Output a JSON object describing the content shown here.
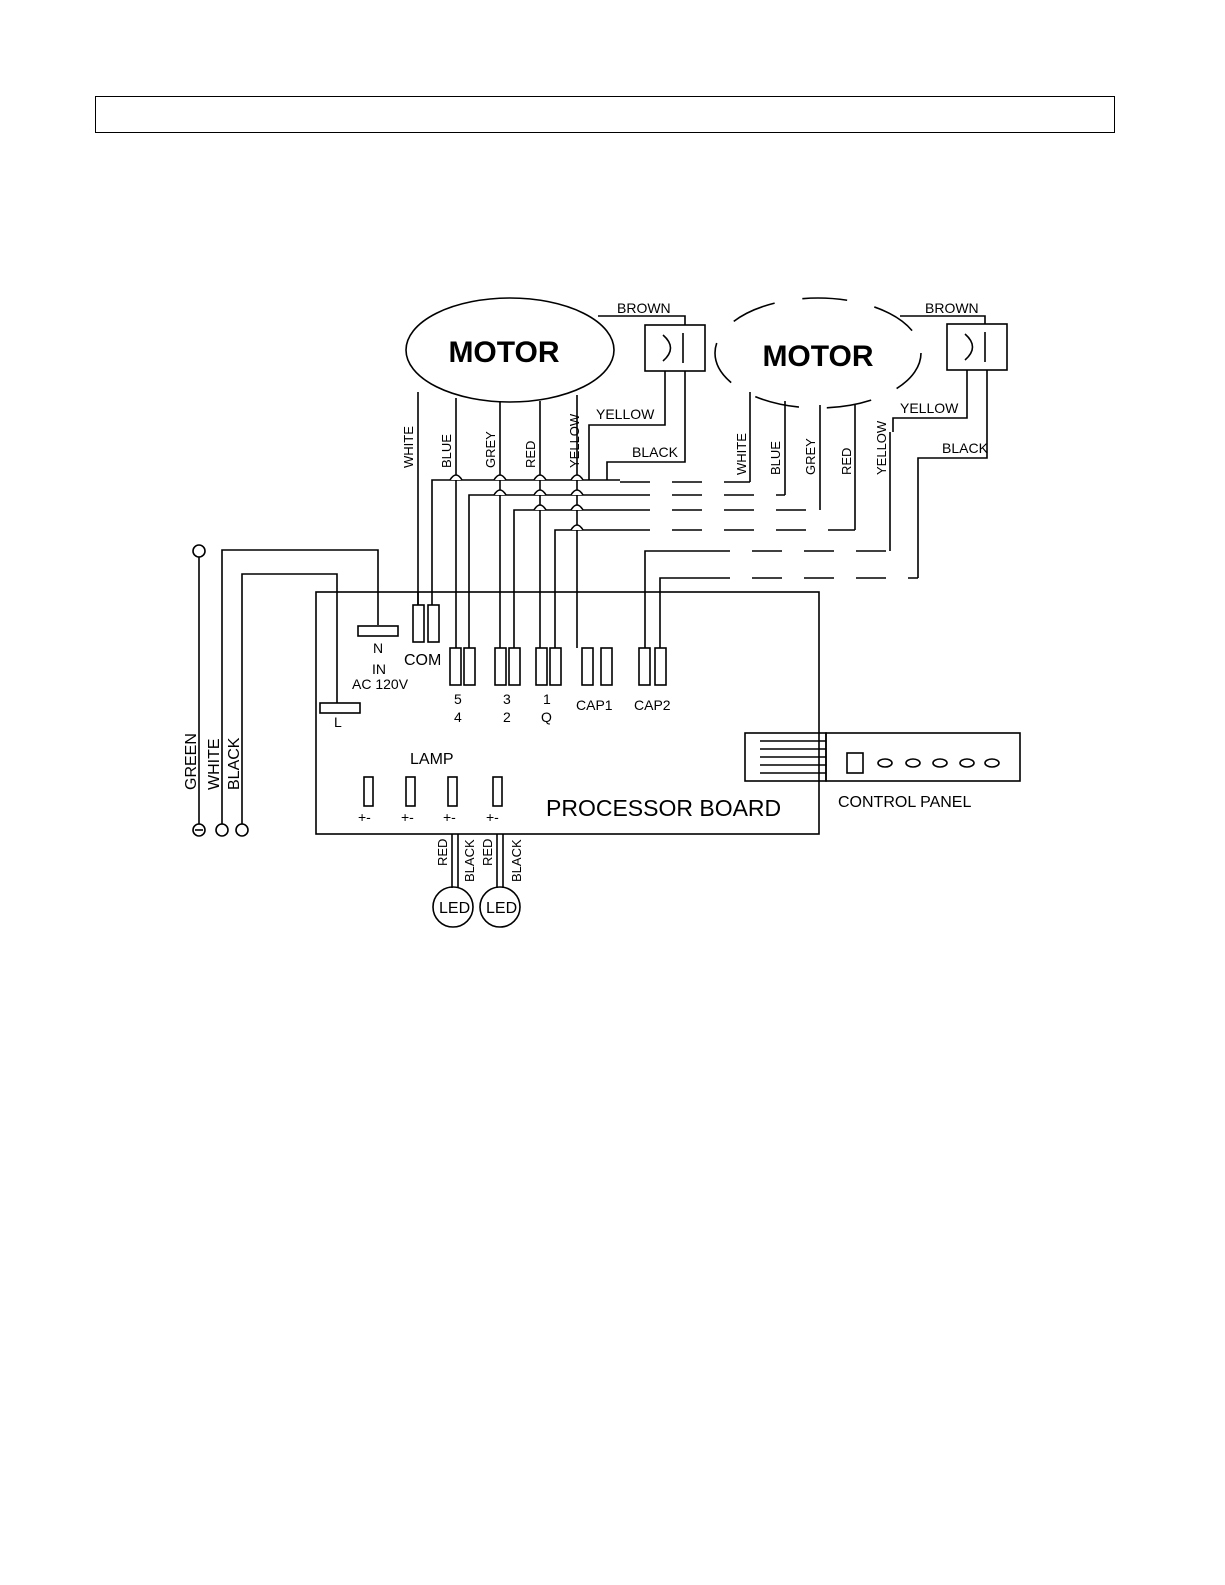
{
  "header": {
    "text": ""
  },
  "motors": [
    {
      "label": "MOTOR",
      "wires": {
        "brown": "BROWN",
        "yellow": "YELLOW",
        "black": "BLACK"
      },
      "leads": [
        "WHITE",
        "BLUE",
        "GREY",
        "RED",
        "YELLOW"
      ]
    },
    {
      "label": "MOTOR",
      "wires": {
        "brown": "BROWN",
        "yellow": "YELLOW",
        "black": "BLACK"
      },
      "leads": [
        "WHITE",
        "BLUE",
        "GREY",
        "RED",
        "YELLOW"
      ]
    }
  ],
  "power_input": {
    "wires": [
      "GREEN",
      "WHITE",
      "BLACK"
    ],
    "n": "N",
    "l": "L",
    "in": "IN",
    "ac": "AC 120V"
  },
  "board": {
    "title": "PROCESSOR BOARD",
    "connectors": {
      "com": "COM",
      "p5": "5",
      "p4": "4",
      "p3": "3",
      "p2": "2",
      "p1": "1",
      "pq": "Q",
      "cap1": "CAP1",
      "cap2": "CAP2"
    },
    "lamp": {
      "label": "LAMP",
      "polarity": "+-"
    }
  },
  "leds": [
    {
      "label": "LED",
      "wires": [
        "RED",
        "BLACK"
      ]
    },
    {
      "label": "LED",
      "wires": [
        "RED",
        "BLACK"
      ]
    }
  ],
  "control_panel": {
    "label": "CONTROL PANEL"
  }
}
